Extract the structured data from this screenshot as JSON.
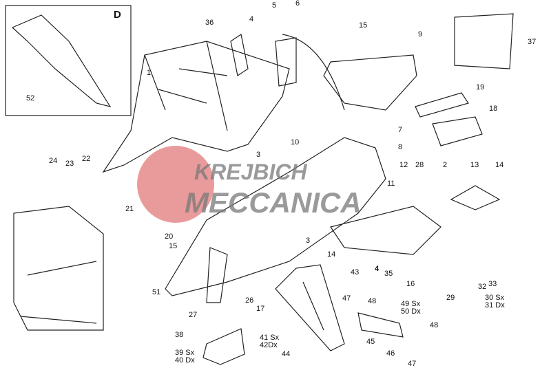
{
  "inset": {
    "letter": "D",
    "part": "52"
  },
  "watermark": {
    "line1": "KREJBICH",
    "line2": "MECCANICA",
    "accent": "#e58a8a"
  },
  "labels": [
    "1",
    "36",
    "4",
    "5",
    "6",
    "15",
    "9",
    "37",
    "19",
    "18",
    "7",
    "8",
    "10",
    "3",
    "12",
    "28",
    "2",
    "13",
    "14",
    "11",
    "24",
    "23",
    "22",
    "21",
    "20",
    "15",
    "3",
    "14",
    "4",
    "35",
    "16",
    "29",
    "32",
    "33",
    "30 Sx",
    "31 Dx",
    "51",
    "27",
    "26",
    "17",
    "43",
    "47",
    "48",
    "49 Sx",
    "50 Dx",
    "48",
    "41 Sx",
    "42Dx",
    "38",
    "39 Sx",
    "40 Dx",
    "44",
    "45",
    "46",
    "47"
  ]
}
